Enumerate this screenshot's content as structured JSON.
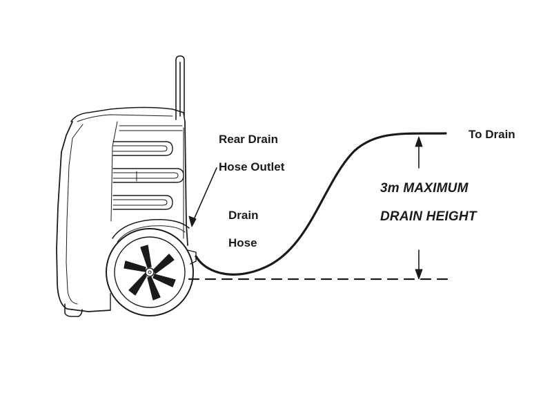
{
  "labels": {
    "rear_drain_line1": "Rear Drain",
    "rear_drain_line2": "Hose Outlet",
    "drain_hose_line1": "Drain",
    "drain_hose_line2": "Hose",
    "to_drain": "To Drain",
    "max_height_line1": "3m MAXIMUM",
    "max_height_line2": "DRAIN HEIGHT"
  },
  "colors": {
    "ink": "#1a1a1a",
    "background": "#ffffff"
  }
}
